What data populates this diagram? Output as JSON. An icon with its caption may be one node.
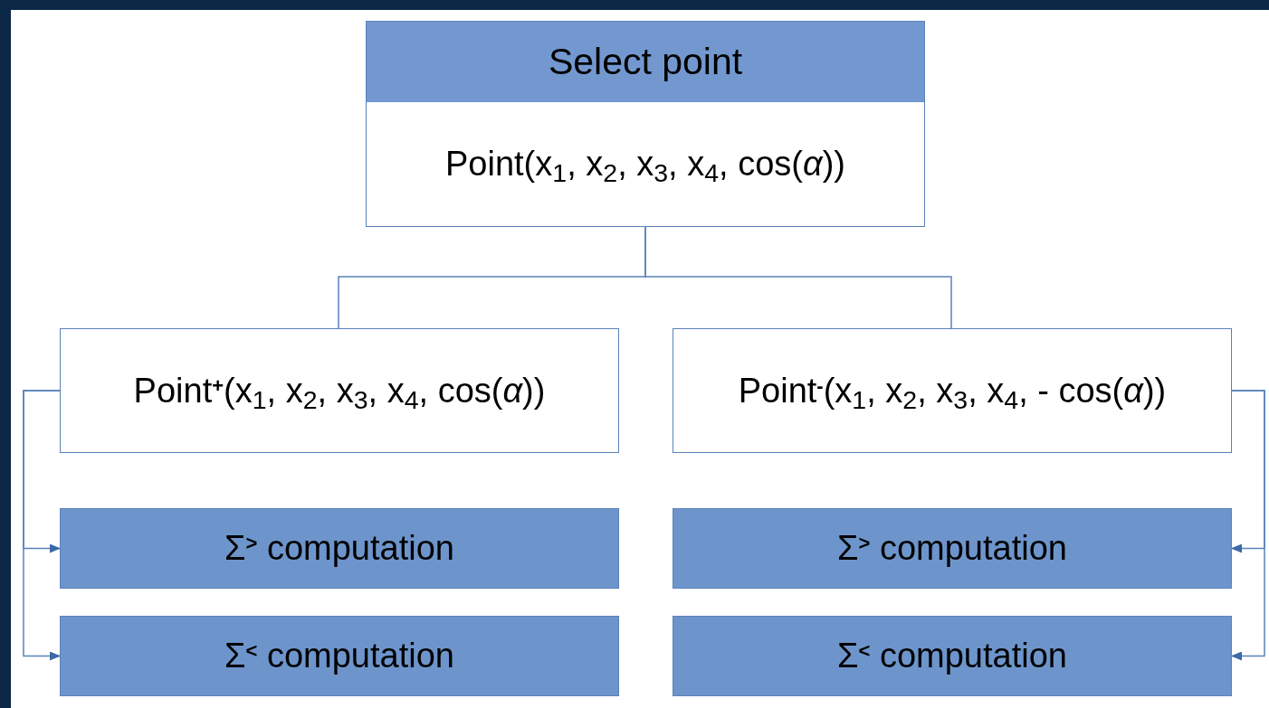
{
  "diagram": {
    "nodes": [
      {
        "text": [
          "Select point",
          "Point(x$_{1}$, x$_{2}$, x$_{3}$, x$_{4}$, cos(*α*))"
        ]
      },
      {
        "text": [
          "Point$^{+}$(x$_{1}$, x$_{2}$, x$_{3}$, x$_{4}$, cos(*α*))"
        ]
      },
      {
        "text": [
          "Point$^{-}$(x$_{1}$, x$_{2}$, x$_{3}$, x$_{4}$, - cos(*α*))"
        ]
      },
      {
        "text": [
          "Σ$^{>}$ computation"
        ]
      },
      {
        "text": [
          "Σ$^{<}$ computation"
        ]
      },
      {
        "text": [
          "Σ$^{>}$ computation"
        ]
      },
      {
        "text": [
          "Σ$^{<}$ computation"
        ]
      }
    ],
    "edges": [
      {
        "from": 0,
        "to": 1,
        "arrow": "none"
      },
      {
        "from": 0,
        "to": 2,
        "arrow": "none"
      },
      {
        "from": 1,
        "to": 3,
        "arrow": "to"
      },
      {
        "from": 1,
        "to": 4,
        "arrow": "to"
      },
      {
        "from": 2,
        "to": 5,
        "arrow": "to"
      },
      {
        "from": 2,
        "to": 6,
        "arrow": "to"
      }
    ]
  }
}
